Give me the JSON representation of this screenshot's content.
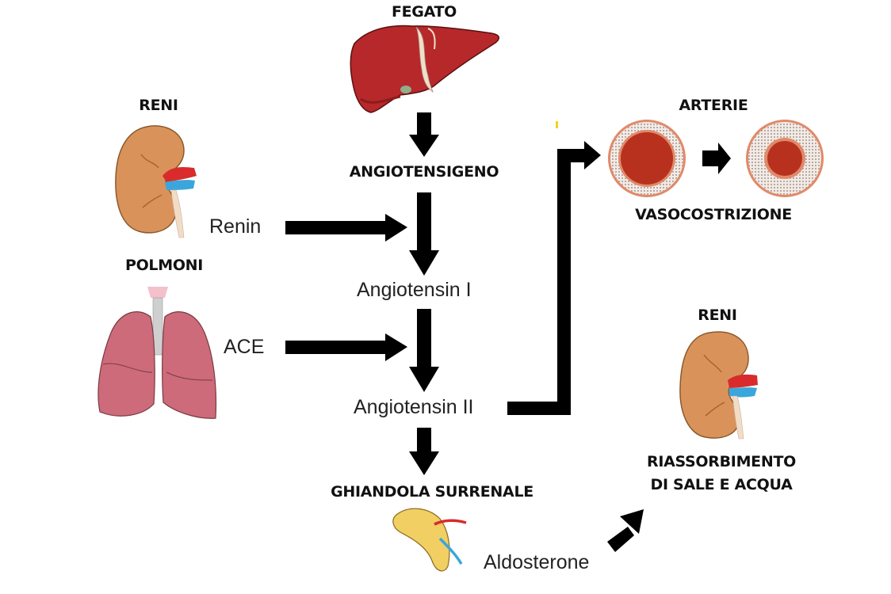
{
  "diagram": {
    "title": "Renin-angiotensin-aldosterone system",
    "organs": {
      "liver": {
        "label": "FEGATO",
        "icon": "liver-icon"
      },
      "kidney_top": {
        "label": "RENI",
        "icon": "kidney-icon"
      },
      "lungs": {
        "label": "POLMONI",
        "icon": "lungs-icon"
      },
      "arteries": {
        "label": "ARTERIE",
        "icon": "artery-cross-section-icon",
        "effect": "VASOCOSTRIZIONE"
      },
      "kidney_right": {
        "label": "RENI",
        "icon": "kidney-icon",
        "effect_line1": "RIASSORBIMENTO",
        "effect_line2": "DI SALE E ACQUA"
      },
      "adrenal": {
        "label": "GHIANDOLA SURRENALE",
        "icon": "adrenal-gland-icon"
      }
    },
    "substances": {
      "angiotensinogen": "ANGIOTENSIGENO",
      "renin": "Renin",
      "angiotensin1": "Angiotensin I",
      "ace": "ACE",
      "angiotensin2": "Angiotensin II",
      "aldosterone": "Aldosterone"
    },
    "colors": {
      "arrow": "#000000",
      "liver": "#b5282a",
      "kidney": "#d9935a",
      "lung": "#cd6b7a",
      "artery_lumen": "#b8311f",
      "artery_wall": "#e08a6a",
      "adrenal": "#f2cf63",
      "vein": "#3aa6dc",
      "artery_vessel": "#d92b2b"
    }
  }
}
